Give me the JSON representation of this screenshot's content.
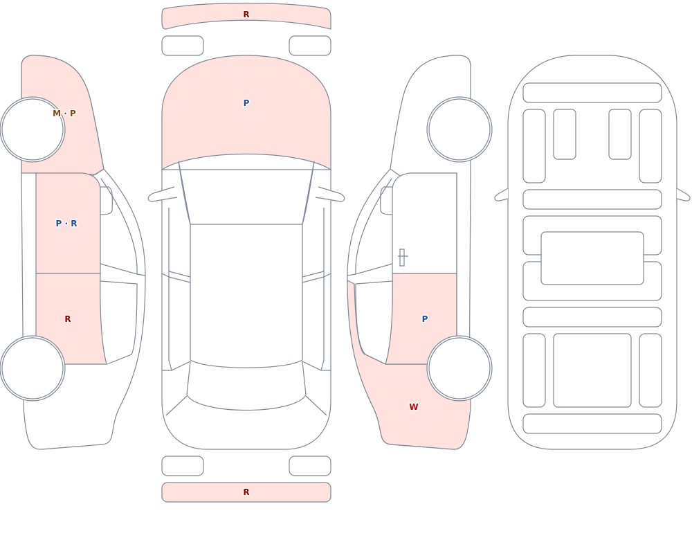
{
  "colors": {
    "damage_fill": "#ffe1dd",
    "outline": "#7c8797",
    "code_R": "#8b0000",
    "code_P": "#1a4fa3",
    "code_W": "#c00000",
    "code_M": "#7a4b12"
  },
  "labels": {
    "front_bumper": "R",
    "hood": "P",
    "rear_bumper": "R",
    "left_front_fender": "M · P",
    "left_front_door": "P · R",
    "left_rear_door": "R",
    "right_rear_door": "P",
    "right_rear_quarter": "W"
  }
}
